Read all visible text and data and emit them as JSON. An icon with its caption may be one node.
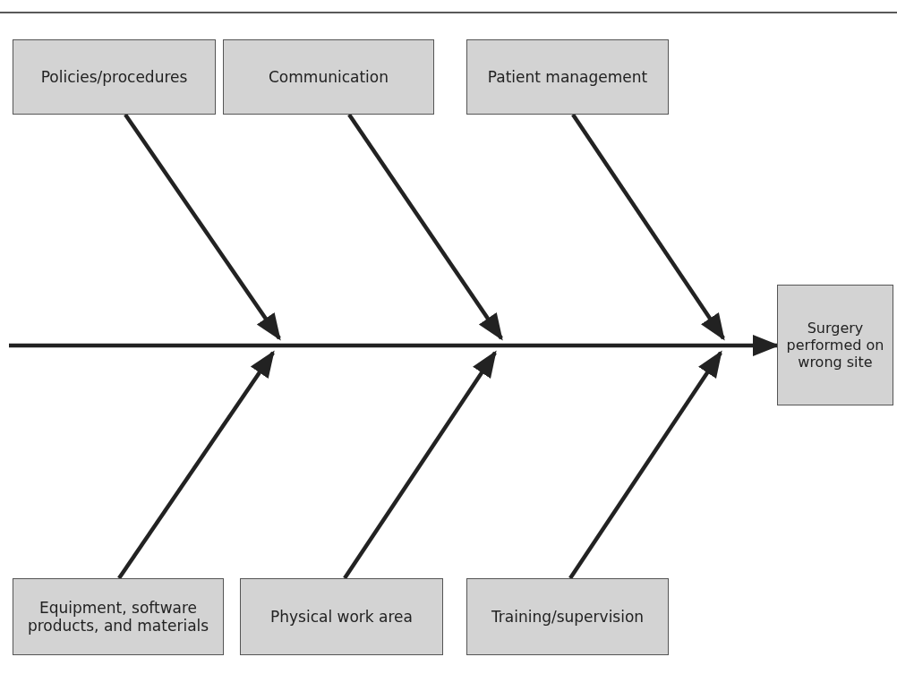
{
  "diagram": {
    "nodes": [
      {
        "text": [
          "Policies/procedures"
        ]
      },
      {
        "text": [
          "Communication"
        ]
      },
      {
        "text": [
          "Patient management"
        ]
      },
      {
        "text": [
          "Equipment, software products, and materials"
        ]
      },
      {
        "text": [
          "Physical work area"
        ]
      },
      {
        "text": [
          "Training/supervision"
        ]
      },
      {
        "text": [
          "Surgery performed on wrong site"
        ]
      }
    ],
    "edges": [
      {
        "from": 0,
        "to": null,
        "arrow": "to"
      },
      {
        "from": 1,
        "to": null,
        "arrow": "to"
      },
      {
        "from": 2,
        "to": null,
        "arrow": "to"
      },
      {
        "from": 3,
        "to": null,
        "arrow": "to"
      },
      {
        "from": 4,
        "to": null,
        "arrow": "to"
      },
      {
        "from": 5,
        "to": null,
        "arrow": "to"
      },
      {
        "from": null,
        "to": 6,
        "arrow": "to"
      }
    ]
  }
}
